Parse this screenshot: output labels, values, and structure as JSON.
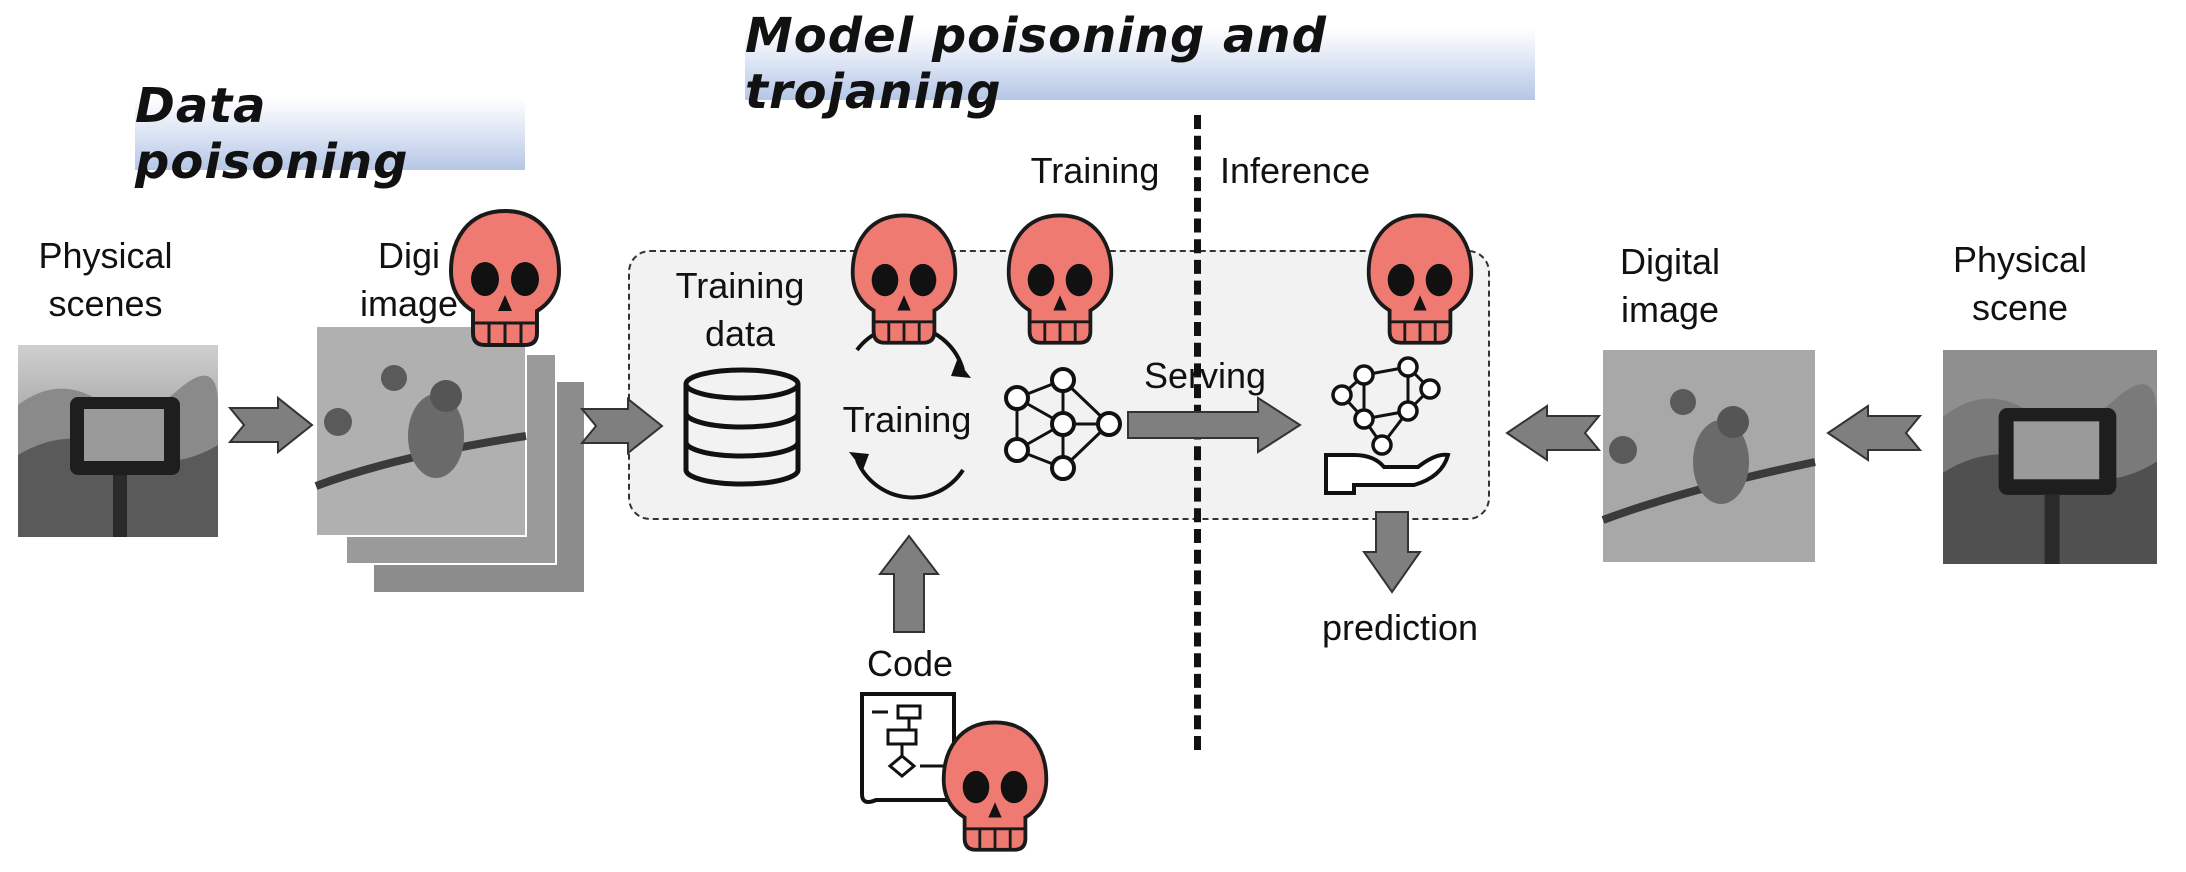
{
  "banners": {
    "data_poisoning": "Data poisoning",
    "model_poisoning": "Model poisoning and trojaning"
  },
  "labels": {
    "physical_scenes_line1": "Physical",
    "physical_scenes_line2": "scenes",
    "digital_images_line1": "Digi",
    "digital_images_line2": "image",
    "training_data_line1": "Training",
    "training_data_line2": "data",
    "training_loop": "Training",
    "phase_training": "Training",
    "phase_inference": "Inference",
    "serving": "Serving",
    "code": "Code",
    "prediction": "prediction",
    "digital_image_line1": "Digital",
    "digital_image_line2": "image",
    "physical_scene_line1": "Physical",
    "physical_scene_line2": "scene"
  },
  "colors": {
    "skull": "#ef7a72",
    "skull_stroke": "#1a1a1a",
    "arrow": "#7f7f7f",
    "pipeline_box": "#f2f2f2"
  },
  "icons": [
    "skull-icon",
    "camera-photo",
    "bird-photo",
    "database-icon",
    "cycle-arrows-icon",
    "neural-network-icon",
    "hand-network-icon",
    "flowchart-document-icon"
  ]
}
